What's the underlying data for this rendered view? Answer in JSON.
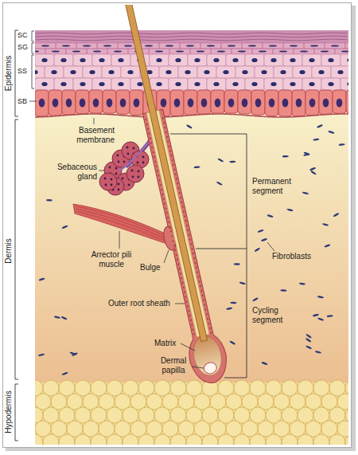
{
  "diagram": {
    "labels": [
      "SC",
      "SG",
      "SS",
      "SB",
      "Epidermis",
      "Basement membrane",
      "Sebaceous gland",
      "Permanent segment",
      "Arrector pili muscle",
      "Bulge",
      "Fibroblasts",
      "Outer root sheath",
      "Cycling segment",
      "Matrix",
      "Dermal papilla",
      "Dermis",
      "Hypodermis"
    ]
  }
}
